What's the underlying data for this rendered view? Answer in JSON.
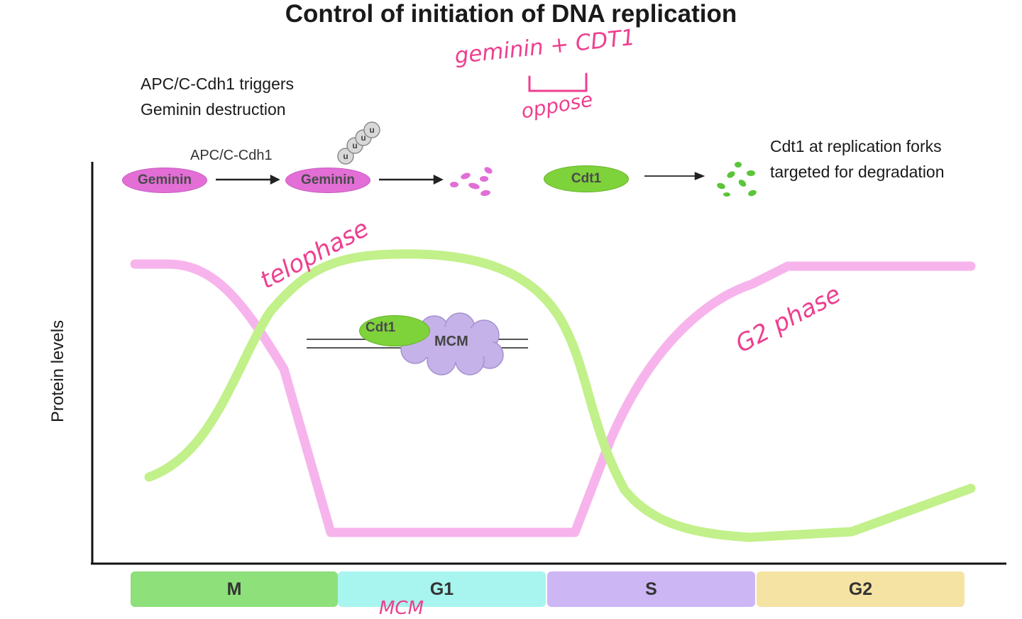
{
  "title": "Control of initiation of DNA replication",
  "notes": {
    "apc_line1": "APC/C-Cdh1 triggers",
    "apc_line2": "Geminin destruction",
    "cdt1_line1": "Cdt1 at replication forks",
    "cdt1_line2": "targeted for degradation"
  },
  "pathway": {
    "geminin_label": "Geminin",
    "geminin_ub_label": "Geminin",
    "arrow_label": "APC/C-Cdh1",
    "ubiquitin_label": "u",
    "cdt1_label": "Cdt1"
  },
  "complex": {
    "cdt1_label": "Cdt1",
    "mcm_label": "MCM"
  },
  "axis": {
    "ylabel": "Protein levels"
  },
  "phases": [
    {
      "label": "M",
      "color": "#8ee07a"
    },
    {
      "label": "G1",
      "color": "#a7f5ee"
    },
    {
      "label": "S",
      "color": "#cdb6f4"
    },
    {
      "label": "G2",
      "color": "#f5e3a3"
    }
  ],
  "annotations": {
    "geminin_cdt1": "geminin + CDT1",
    "oppose": "oppose",
    "telophase": "telophase",
    "g2_phase": "G2 phase",
    "mcm_note": "MCM"
  },
  "colors": {
    "geminin_curve": "#f7b4ec",
    "cdt1_curve": "#c2f08a",
    "geminin_protein": "#e26ed6",
    "cdt1_protein": "#7ed23a",
    "mcm": "#c4b2e8",
    "annotation_ink": "#ee3f8f"
  }
}
